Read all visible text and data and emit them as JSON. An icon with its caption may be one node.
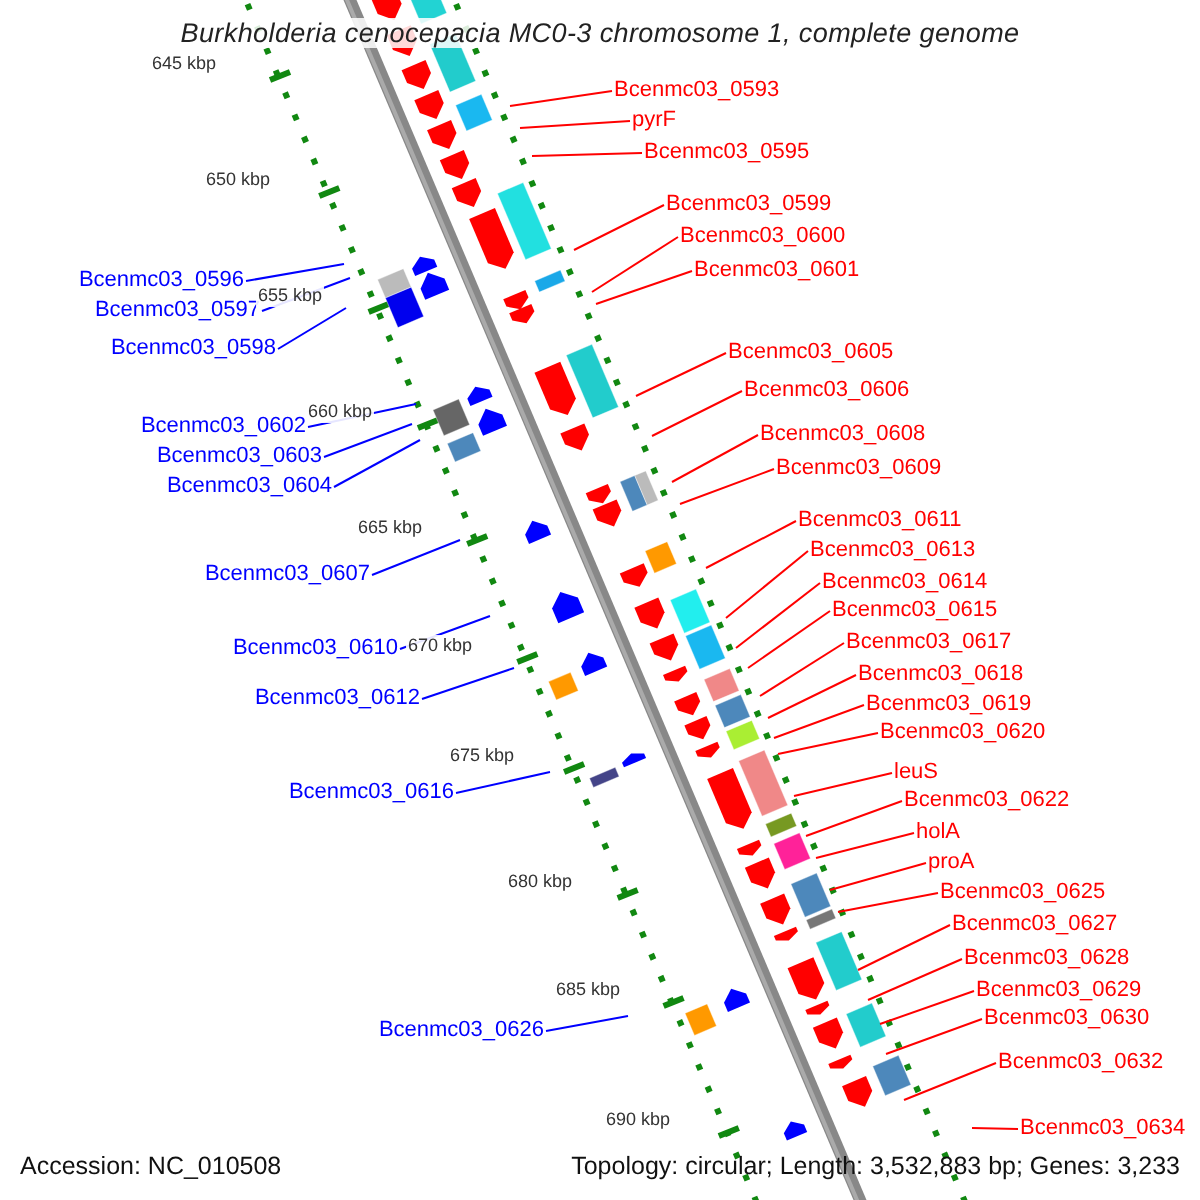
{
  "diagram": {
    "title": "Burkholderia cenocepacia MC0-3 chromosome 1, complete genome",
    "nodes": [
      {
        "text": [
          "Bcenmc03_0593"
        ]
      },
      {
        "text": [
          "pyrF"
        ]
      },
      {
        "text": [
          "Bcenmc03_0595"
        ]
      },
      {
        "text": [
          "Bcenmc03_0599"
        ]
      },
      {
        "text": [
          "Bcenmc03_0600"
        ]
      },
      {
        "text": [
          "Bcenmc03_0601"
        ]
      },
      {
        "text": [
          "Bcenmc03_0605"
        ]
      },
      {
        "text": [
          "Bcenmc03_0606"
        ]
      },
      {
        "text": [
          "Bcenmc03_0608"
        ]
      },
      {
        "text": [
          "Bcenmc03_0609"
        ]
      },
      {
        "text": [
          "Bcenmc03_0611"
        ]
      },
      {
        "text": [
          "Bcenmc03_0613"
        ]
      },
      {
        "text": [
          "Bcenmc03_0614"
        ]
      },
      {
        "text": [
          "Bcenmc03_0615"
        ]
      },
      {
        "text": [
          "Bcenmc03_0617"
        ]
      },
      {
        "text": [
          "Bcenmc03_0618"
        ]
      },
      {
        "text": [
          "Bcenmc03_0619"
        ]
      },
      {
        "text": [
          "Bcenmc03_0620"
        ]
      },
      {
        "text": [
          "leuS"
        ]
      },
      {
        "text": [
          "Bcenmc03_0622"
        ]
      },
      {
        "text": [
          "holA"
        ]
      },
      {
        "text": [
          "proA"
        ]
      },
      {
        "text": [
          "Bcenmc03_0625"
        ]
      },
      {
        "text": [
          "Bcenmc03_0627"
        ]
      },
      {
        "text": [
          "Bcenmc03_0628"
        ]
      },
      {
        "text": [
          "Bcenmc03_0629"
        ]
      },
      {
        "text": [
          "Bcenmc03_0630"
        ]
      },
      {
        "text": [
          "Bcenmc03_0632"
        ]
      },
      {
        "text": [
          "Bcenmc03_0634"
        ]
      },
      {
        "text": [
          "Bcenmc03_0596"
        ]
      },
      {
        "text": [
          "Bcenmc03_0597"
        ]
      },
      {
        "text": [
          "Bcenmc03_0598"
        ]
      },
      {
        "text": [
          "Bcenmc03_0602"
        ]
      },
      {
        "text": [
          "Bcenmc03_0603"
        ]
      },
      {
        "text": [
          "Bcenmc03_0604"
        ]
      },
      {
        "text": [
          "Bcenmc03_0607"
        ]
      },
      {
        "text": [
          "Bcenmc03_0610"
        ]
      },
      {
        "text": [
          "Bcenmc03_0612"
        ]
      },
      {
        "text": [
          "Bcenmc03_0616"
        ]
      },
      {
        "text": [
          "Bcenmc03_0626"
        ]
      }
    ],
    "edges": [
      {
        "from": 0,
        "to": null,
        "arrow": "none"
      },
      {
        "from": 1,
        "to": null,
        "arrow": "none"
      },
      {
        "from": 2,
        "to": null,
        "arrow": "none"
      },
      {
        "from": 3,
        "to": null,
        "arrow": "none"
      },
      {
        "from": 4,
        "to": null,
        "arrow": "none"
      },
      {
        "from": 5,
        "to": null,
        "arrow": "none"
      },
      {
        "from": 6,
        "to": null,
        "arrow": "none"
      },
      {
        "from": 7,
        "to": null,
        "arrow": "none"
      },
      {
        "from": 8,
        "to": null,
        "arrow": "none"
      },
      {
        "from": 9,
        "to": null,
        "arrow": "none"
      },
      {
        "from": 10,
        "to": null,
        "arrow": "none"
      },
      {
        "from": 11,
        "to": null,
        "arrow": "none"
      },
      {
        "from": 12,
        "to": null,
        "arrow": "none"
      },
      {
        "from": 13,
        "to": null,
        "arrow": "none"
      },
      {
        "from": 14,
        "to": null,
        "arrow": "none"
      },
      {
        "from": 15,
        "to": null,
        "arrow": "none"
      },
      {
        "from": 16,
        "to": null,
        "arrow": "none"
      },
      {
        "from": 17,
        "to": null,
        "arrow": "none"
      },
      {
        "from": 18,
        "to": null,
        "arrow": "none"
      },
      {
        "from": 19,
        "to": null,
        "arrow": "none"
      },
      {
        "from": 20,
        "to": null,
        "arrow": "none"
      },
      {
        "from": 21,
        "to": null,
        "arrow": "none"
      },
      {
        "from": 22,
        "to": null,
        "arrow": "none"
      },
      {
        "from": 23,
        "to": null,
        "arrow": "none"
      },
      {
        "from": 24,
        "to": null,
        "arrow": "none"
      },
      {
        "from": 25,
        "to": null,
        "arrow": "none"
      },
      {
        "from": 26,
        "to": null,
        "arrow": "none"
      },
      {
        "from": 27,
        "to": null,
        "arrow": "none"
      },
      {
        "from": 28,
        "to": null,
        "arrow": "none"
      },
      {
        "from": 29,
        "to": null,
        "arrow": "none",
        "color": "#0000ff"
      },
      {
        "from": 30,
        "to": null,
        "arrow": "none",
        "color": "#0000ff"
      },
      {
        "from": 31,
        "to": null,
        "arrow": "none",
        "color": "#0000ff"
      },
      {
        "from": 32,
        "to": null,
        "arrow": "none",
        "color": "#0000ff"
      },
      {
        "from": 33,
        "to": null,
        "arrow": "none",
        "color": "#0000ff"
      },
      {
        "from": 34,
        "to": null,
        "arrow": "none",
        "color": "#0000ff"
      },
      {
        "from": 35,
        "to": null,
        "arrow": "none",
        "color": "#0000ff"
      },
      {
        "from": 36,
        "to": null,
        "arrow": "none",
        "color": "#0000ff"
      },
      {
        "from": 37,
        "to": null,
        "arrow": "none",
        "color": "#0000ff"
      },
      {
        "from": 38,
        "to": null,
        "arrow": "none",
        "color": "#0000ff"
      },
      {
        "from": 39,
        "to": null,
        "arrow": "none",
        "color": "#0000ff"
      }
    ],
    "labels": [
      "645 kbp",
      "650 kbp",
      "655 kbp",
      "660 kbp",
      "665 kbp",
      "670 kbp",
      "675 kbp",
      "680 kbp",
      "685 kbp",
      "690 kbp",
      "Accession: NC_010508",
      "Topology: circular; Length: 3,532,883 bp; Genes: 3,233"
    ]
  }
}
